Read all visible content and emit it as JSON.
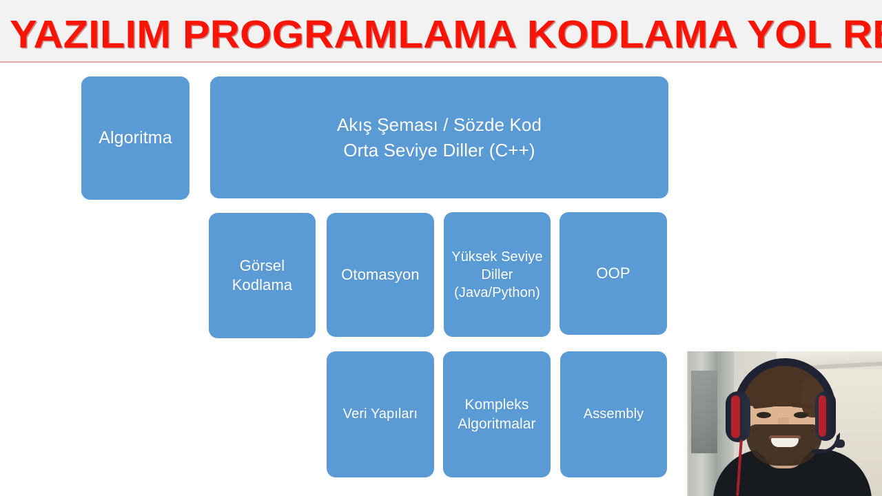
{
  "slide": {
    "title": "YAZILIM PROGRAMLAMA KODLAMA YOL REHBERI",
    "background_color": "#FFFFFF",
    "header_band_color": "#F2F2F2",
    "title_color": "#FA1405",
    "header_rule_color": "#E8A7A4",
    "box_color": "#5B9BD5",
    "box_text_color": "#FFFFFF"
  },
  "diagram": {
    "rows": [
      {
        "row_name": "row-1",
        "boxes": [
          {
            "id": "algoritma",
            "label": "Algoritma"
          },
          {
            "id": "akis-sema",
            "label": "Akış Şeması / Sözde Kod\nOrta Seviye Diller (C++)"
          }
        ]
      },
      {
        "row_name": "row-2",
        "boxes": [
          {
            "id": "gorsel-kodlama",
            "label": "Görsel\nKodlama"
          },
          {
            "id": "otomasyon",
            "label": "Otomasyon"
          },
          {
            "id": "yuksek-seviye-diller",
            "label": "Yüksek Seviye\nDiller\n(Java/Python)"
          },
          {
            "id": "oop",
            "label": "OOP"
          }
        ]
      },
      {
        "row_name": "row-3",
        "boxes": [
          {
            "id": "veri-yapilari",
            "label": "Veri Yapıları"
          },
          {
            "id": "kompleks-algoritmalar",
            "label": "Kompleks\nAlgoritmalar"
          },
          {
            "id": "assembly",
            "label": "Assembly"
          }
        ]
      }
    ]
  },
  "webcam": {
    "label": "presenter-webcam",
    "description": "Bearded presenter wearing a black and red gaming headset with boom microphone"
  }
}
